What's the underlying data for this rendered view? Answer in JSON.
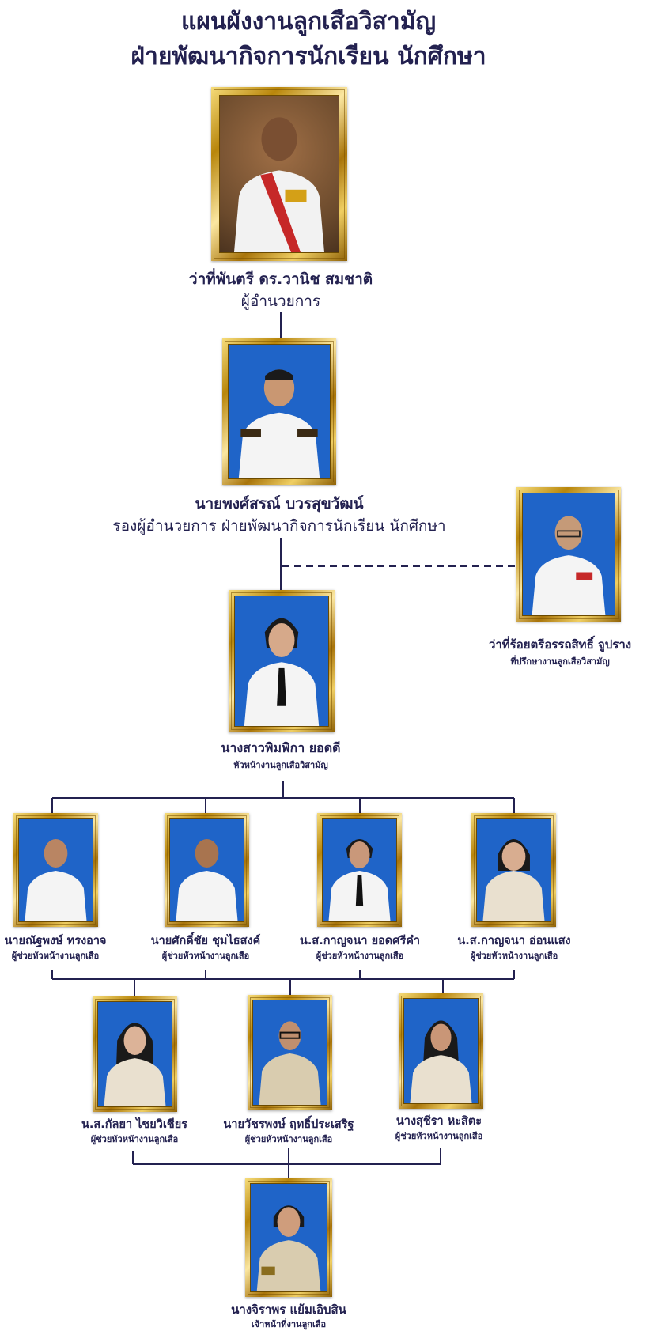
{
  "title": {
    "line1": "แผนผังงานลูกเสือวิสามัญ",
    "line2": "ฝ่ายพัฒนากิจการนักเรียน นักศึกษา"
  },
  "colors": {
    "title": "#232150",
    "line": "#232150",
    "photo_bg_blue": "#1f64c8",
    "frame_gold": "#c9a227"
  },
  "people": {
    "director": {
      "name": "ว่าที่พันตรี ดร.วานิช สมชาติ",
      "role": "ผู้อำนวยการ"
    },
    "deputy": {
      "name": "นายพงศ์สรณ์ บวรสุขวัฒน์",
      "role": "รองผู้อำนวยการ ฝ่ายพัฒนากิจการนักเรียน นักศึกษา"
    },
    "advisor": {
      "name": "ว่าที่ร้อยตรีอรรถสิทธิ์ จูปราง",
      "role": "ที่ปรึกษางานลูกเสือวิสามัญ"
    },
    "head": {
      "name": "นางสาวพิมพิกา ยอดดี",
      "role": "หัวหน้างานลูกเสือวิสามัญ"
    },
    "assistants_row1": [
      {
        "name": "นายณัฐพงษ์ ทรงอาจ",
        "role": "ผู้ช่วยหัวหน้างานลูกเสือ"
      },
      {
        "name": "นายศักดิ์ชัย ชุมไธสงค์",
        "role": "ผู้ช่วยหัวหน้างานลูกเสือ"
      },
      {
        "name": "น.ส.กาญจนา ยอดศรีคำ",
        "role": "ผู้ช่วยหัวหน้างานลูกเสือ"
      },
      {
        "name": "น.ส.กาญจนา อ่อนแสง",
        "role": "ผู้ช่วยหัวหน้างานลูกเสือ"
      }
    ],
    "assistants_row2": [
      {
        "name": "น.ส.กัลยา ไชยวิเชียร",
        "role": "ผู้ช่วยหัวหน้างานลูกเสือ"
      },
      {
        "name": "นายวัชรพงษ์ ฤทธิ์ประเสริฐ",
        "role": "ผู้ช่วยหัวหน้างานลูกเสือ"
      },
      {
        "name": "นางสุชีรา หะสิตะ",
        "role": "ผู้ช่วยหัวหน้างานลูกเสือ"
      }
    ],
    "officer": {
      "name": "นางจิราพร แย้มเอิบสิน",
      "role": "เจ้าหน้าที่งานลูกเสือ"
    }
  }
}
